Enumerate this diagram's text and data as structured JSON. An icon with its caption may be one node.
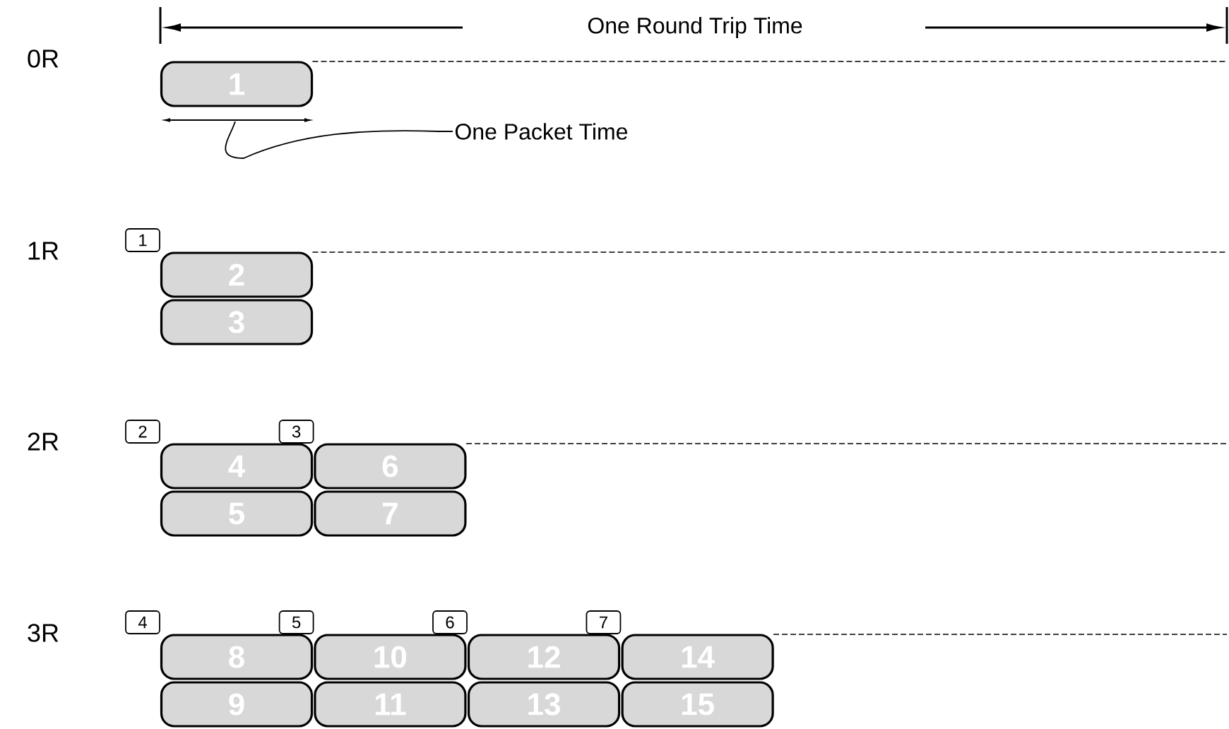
{
  "diagram": {
    "nodes": [
      {
        "text": [
          "1"
        ]
      },
      {
        "text": [
          "One Packet Time"
        ]
      },
      {
        "text": [
          "1"
        ]
      },
      {
        "text": [
          "2"
        ]
      },
      {
        "text": [
          "3"
        ]
      },
      {
        "text": [
          "2"
        ]
      },
      {
        "text": [
          "3"
        ]
      },
      {
        "text": [
          "4"
        ]
      },
      {
        "text": [
          "5"
        ]
      },
      {
        "text": [
          "6"
        ]
      },
      {
        "text": [
          "7"
        ]
      },
      {
        "text": [
          "4"
        ]
      },
      {
        "text": [
          "5"
        ]
      },
      {
        "text": [
          "6"
        ]
      },
      {
        "text": [
          "7"
        ]
      },
      {
        "text": [
          "8"
        ]
      },
      {
        "text": [
          "9"
        ]
      },
      {
        "text": [
          "10"
        ]
      },
      {
        "text": [
          "11"
        ]
      },
      {
        "text": [
          "12"
        ]
      },
      {
        "text": [
          "13"
        ]
      },
      {
        "text": [
          "14"
        ]
      },
      {
        "text": [
          "15"
        ]
      }
    ],
    "edges": [
      {
        "from": null,
        "to": 1,
        "arrow": "none"
      }
    ],
    "labels": [
      "One Round Trip Time",
      "0R",
      "1R",
      "2R",
      "3R"
    ]
  }
}
